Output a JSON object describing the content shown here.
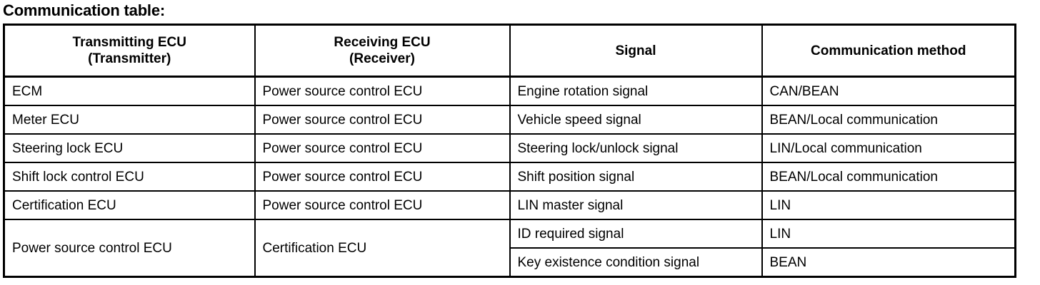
{
  "page": {
    "title": "Communication table:"
  },
  "table": {
    "name": "communication-table",
    "columns": [
      {
        "line1": "Transmitting ECU",
        "line2": "(Transmitter)"
      },
      {
        "line1": "Receiving ECU",
        "line2": "(Receiver)"
      },
      {
        "line1": "Signal",
        "line2": ""
      },
      {
        "line1": "Communication method",
        "line2": ""
      }
    ],
    "rows": [
      {
        "transmitter": "ECM",
        "receiver": "Power source control ECU",
        "signal": "Engine rotation signal",
        "method": "CAN/BEAN"
      },
      {
        "transmitter": "Meter ECU",
        "receiver": "Power source control ECU",
        "signal": "Vehicle speed signal",
        "method": "BEAN/Local communication"
      },
      {
        "transmitter": "Steering lock ECU",
        "receiver": "Power source control ECU",
        "signal": "Steering lock/unlock signal",
        "method": "LIN/Local communication"
      },
      {
        "transmitter": "Shift lock control ECU",
        "receiver": "Power source control ECU",
        "signal": "Shift position signal",
        "method": "BEAN/Local communication"
      },
      {
        "transmitter": "Certification ECU",
        "receiver": "Power source control ECU",
        "signal": "LIN master signal",
        "method": "LIN"
      }
    ],
    "merged_group": {
      "transmitter": "Power source control ECU",
      "receiver": "Certification ECU",
      "entries": [
        {
          "signal": "ID required signal",
          "method": "LIN"
        },
        {
          "signal": "Key existence condition signal",
          "method": "BEAN"
        }
      ]
    }
  },
  "colors": {
    "text": "#000000",
    "background": "#ffffff",
    "border": "#000000"
  }
}
